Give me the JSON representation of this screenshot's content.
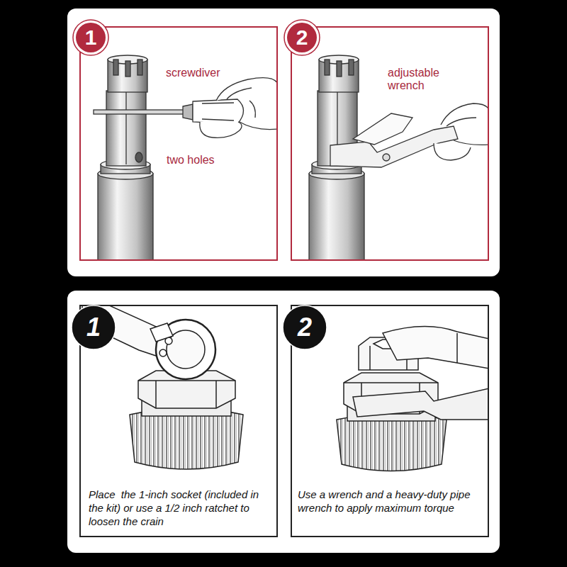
{
  "diagram": {
    "nodes": [
      {
        "text": [
          "screwdiver",
          "two holes"
        ]
      },
      {
        "text": [
          "1"
        ],
        "in": 0
      },
      {
        "text": [
          "adjustable wrench"
        ]
      },
      {
        "text": [
          "2"
        ],
        "in": 2
      },
      {
        "text": [
          "Place  the 1-inch socket (included in the kit) or use a 1/2 inch ratchet to loosen the crain"
        ]
      },
      {
        "text": [
          "1"
        ],
        "in": 4
      },
      {
        "text": [
          "Use a wrench and a heavy-duty pipe wrench to apply maximum torque"
        ]
      },
      {
        "text": [
          "2"
        ],
        "in": 6
      }
    ],
    "edges": []
  }
}
